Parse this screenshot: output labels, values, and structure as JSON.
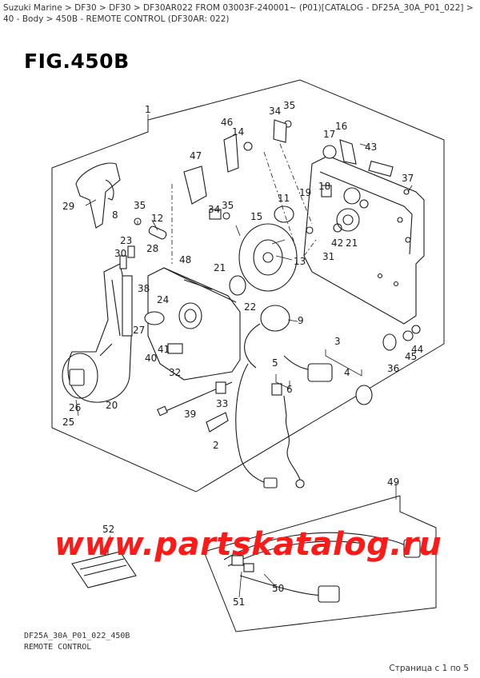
{
  "breadcrumb": "Suzuki Marine > DF30 > DF30 > DF30AR022 FROM 03003F-240001~ (P01)[CATALOG - DF25A_30A_P01_022] > 40 - Body > 450B - REMOTE CONTROL (DF30AR: 022)",
  "figure_title": "FIG.450B",
  "watermark": "www.partskatalog.ru",
  "footer": {
    "catalog_code": "DF25A_30A_P01_022_450B",
    "section_name": "REMOTE CONTROL",
    "page_count": "Страница с 1 по 5"
  },
  "callouts": [
    "1",
    "2",
    "3",
    "4",
    "5",
    "6",
    "8",
    "9",
    "11",
    "12",
    "13",
    "14",
    "15",
    "16",
    "17",
    "18",
    "19",
    "20",
    "21",
    "21",
    "22",
    "23",
    "24",
    "25",
    "26",
    "27",
    "28",
    "29",
    "30",
    "31",
    "32",
    "33",
    "34",
    "34",
    "35",
    "35",
    "35",
    "36",
    "37",
    "38",
    "39",
    "40",
    "41",
    "42",
    "43",
    "44",
    "45",
    "46",
    "47",
    "48",
    "49",
    "50",
    "51",
    "52"
  ]
}
